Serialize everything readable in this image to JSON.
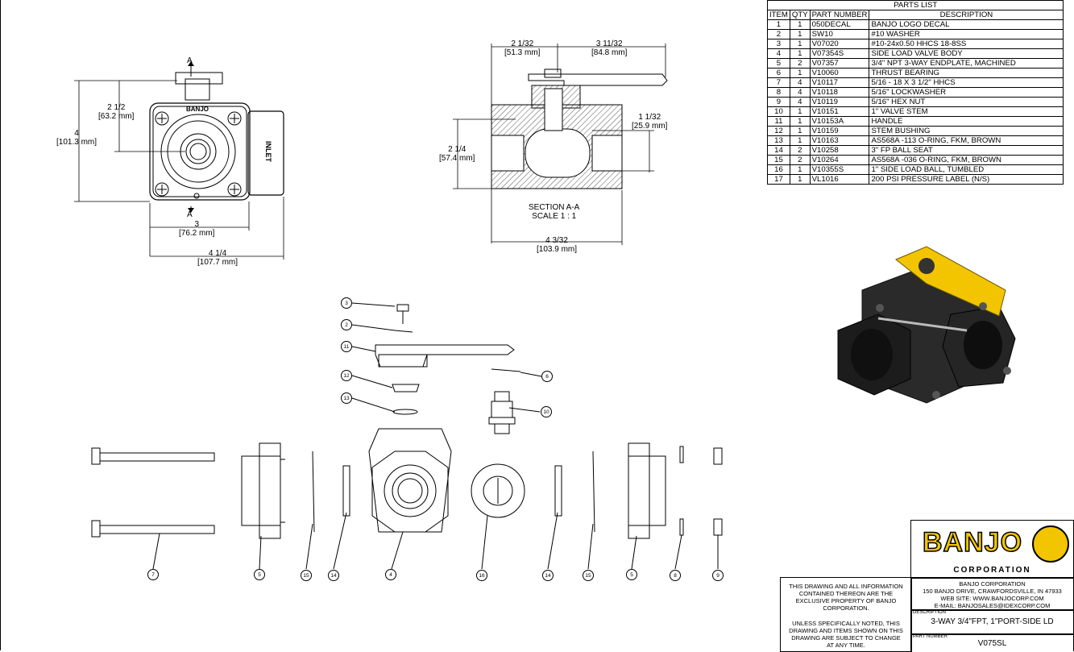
{
  "parts_list": {
    "title": "PARTS LIST",
    "headers": [
      "ITEM",
      "QTY",
      "PART NUMBER",
      "DESCRIPTION"
    ],
    "rows": [
      [
        "1",
        "1",
        "050DECAL",
        "BANJO LOGO DECAL"
      ],
      [
        "2",
        "1",
        "SW10",
        "#10 WASHER"
      ],
      [
        "3",
        "1",
        "V07020",
        "#10-24x0.50 HHCS 18-8SS"
      ],
      [
        "4",
        "1",
        "V07354S",
        "SIDE LOAD VALVE BODY"
      ],
      [
        "5",
        "2",
        "V07357",
        "3/4\" NPT 3-WAY ENDPLATE, MACHINED"
      ],
      [
        "6",
        "1",
        "V10060",
        "THRUST BEARING"
      ],
      [
        "7",
        "4",
        "V10117",
        "5/16 - 18 X 3 1/2\" HHCS"
      ],
      [
        "8",
        "4",
        "V10118",
        "5/16\" LOCKWASHER"
      ],
      [
        "9",
        "4",
        "V10119",
        "5/16\" HEX NUT"
      ],
      [
        "10",
        "1",
        "V10151",
        "1\" VALVE STEM"
      ],
      [
        "11",
        "1",
        "V10153A",
        "HANDLE"
      ],
      [
        "12",
        "1",
        "V10159",
        "STEM BUSHING"
      ],
      [
        "13",
        "1",
        "V10163",
        "AS568A -113 O-RING, FKM, BROWN"
      ],
      [
        "14",
        "2",
        "V10258",
        "3\" FP BALL SEAT"
      ],
      [
        "15",
        "2",
        "V10264",
        "AS568A -036 O-RING, FKM, BROWN"
      ],
      [
        "16",
        "1",
        "V10355S",
        "1\" SIDE LOAD BALL, TUMBLED"
      ],
      [
        "17",
        "1",
        "VL1016",
        "200 PSI PRESSURE LABEL (N/S)"
      ]
    ]
  },
  "front_view": {
    "section_marker": "A",
    "decal_text": "BANJO",
    "inlet_text": "INLET",
    "dim_height": "4",
    "dim_height_mm": "[101.3 mm]",
    "dim_center": "2 1/2",
    "dim_center_mm": "[63.2 mm]",
    "dim_width": "3",
    "dim_width_mm": "[76.2 mm]",
    "dim_overall": "4 1/4",
    "dim_overall_mm": "[107.7 mm]"
  },
  "section_view": {
    "label": "SECTION A-A",
    "scale": "SCALE 1 : 1",
    "dim_left": "2 1/32",
    "dim_left_mm": "[51.3 mm]",
    "dim_right": "3 11/32",
    "dim_right_mm": "[84.8 mm]",
    "dim_port": "1 1/32",
    "dim_port_mm": "[25.9 mm]",
    "dim_height": "2 1/4",
    "dim_height_mm": "[57.4 mm]",
    "dim_length": "4 3/32",
    "dim_length_mm": "[103.9 mm]"
  },
  "exploded": {
    "balloons": [
      "3",
      "2",
      "11",
      "6",
      "12",
      "13",
      "10",
      "7",
      "5",
      "15",
      "14",
      "4",
      "16",
      "14",
      "15",
      "5",
      "8",
      "9"
    ]
  },
  "title_block": {
    "logo_text": "BANJO",
    "logo_sub": "CORPORATION",
    "company": "BANJO CORPORATION",
    "address": "150 BANJO DRIVE, CRAWFORDSVILLE, IN 47933",
    "website": "WEB SITE: WWW.BANJOCORP.COM",
    "email": "E-MAIL: BANJOSALES@IDEXCORP.COM",
    "notice1": "THIS DRAWING AND ALL INFORMATION CONTAINED THEREON ARE THE EXCLUSIVE PROPERTY OF BANJO CORPORATION.",
    "notice2": "UNLESS SPECIFICALLY NOTED, THIS DRAWING AND ITEMS SHOWN ON THIS DRAWING ARE SUBJECT TO CHANGE AT ANY TIME.",
    "description_label": "DESCRIPTION",
    "description": "3-WAY 3/4\"FPT, 1\"PORT-SIDE LD",
    "part_number_label": "PART NUMBER",
    "part_number": "V075SL"
  },
  "colors": {
    "accent_yellow": "#f2c500",
    "body_dark": "#2a2a2a",
    "hatch": "#555555"
  }
}
